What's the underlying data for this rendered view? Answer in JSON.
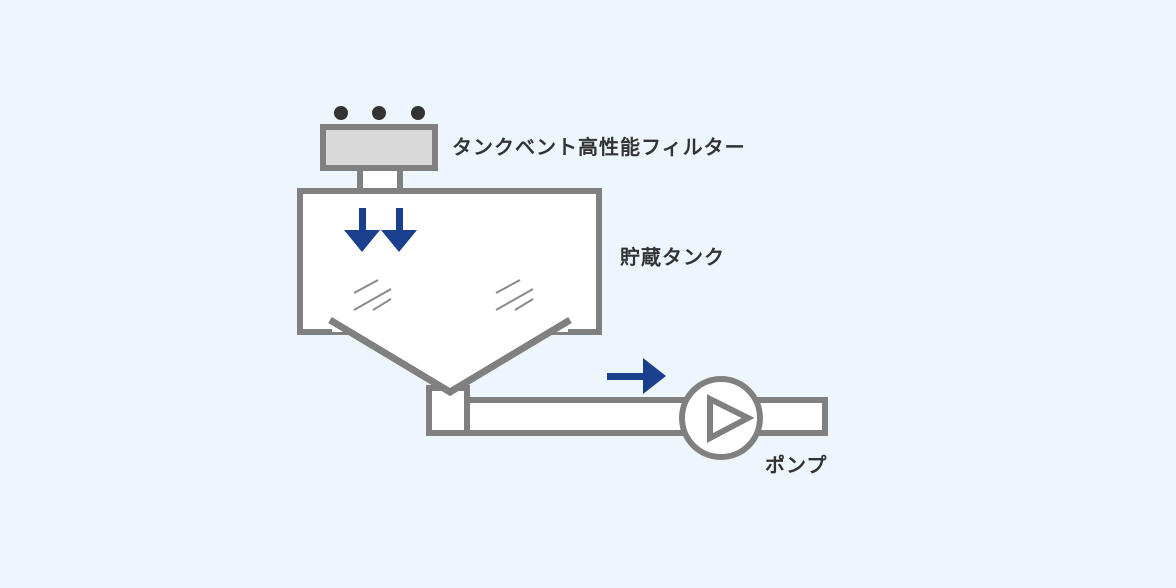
{
  "labels": {
    "filter": "タンクベント高性能フィルター",
    "tank": "貯蔵タンク",
    "pump": "ポンプ"
  },
  "colors": {
    "background": "#eef6fd",
    "outline": "#808080",
    "filter_fill": "#d9d9d9",
    "arrow": "#1a3f8c",
    "dots": "#333333",
    "text": "#333333"
  }
}
